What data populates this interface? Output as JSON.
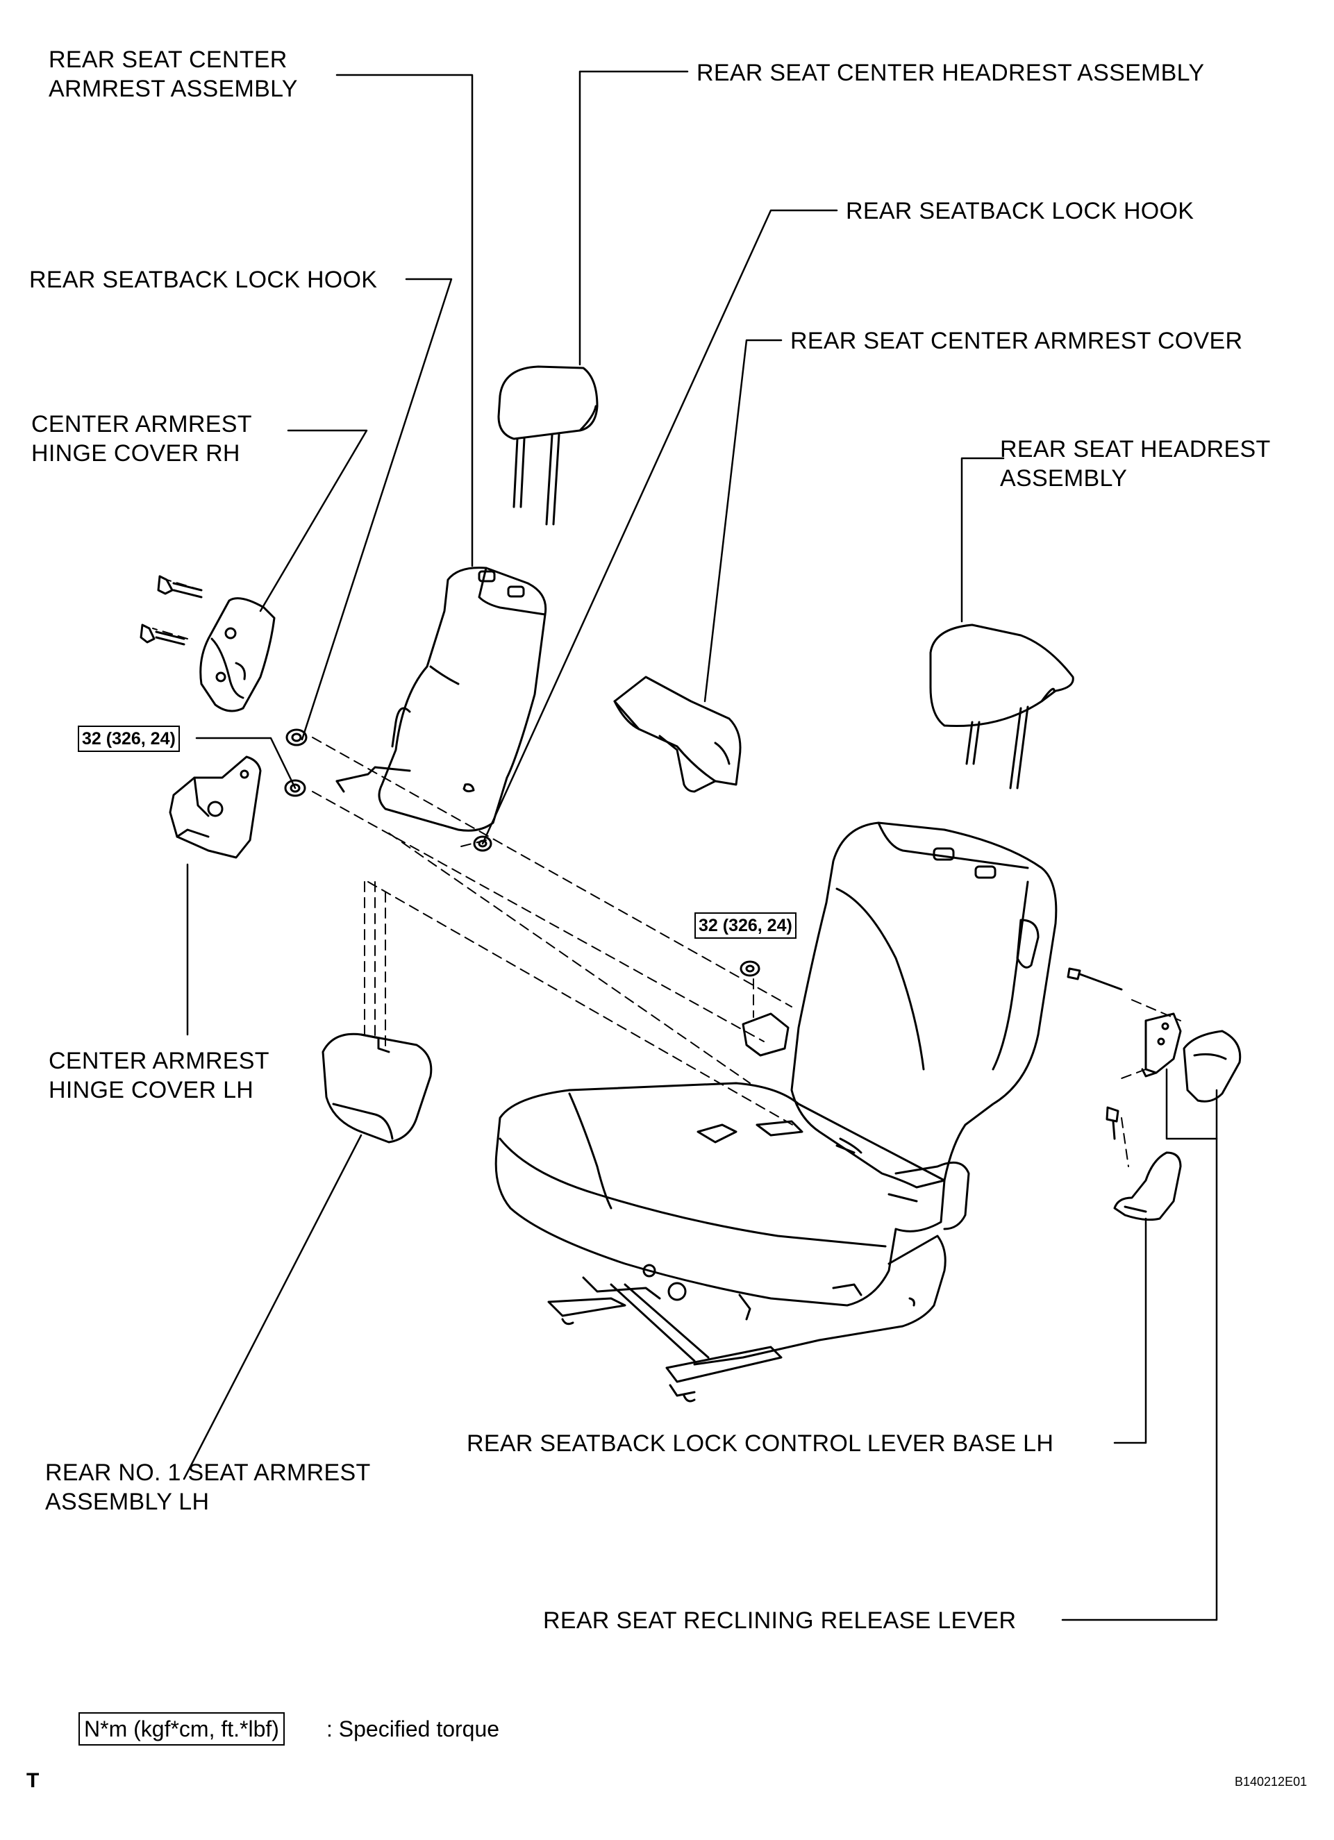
{
  "labels": {
    "center_armrest_assembly": [
      "REAR SEAT CENTER",
      "ARMREST ASSEMBLY"
    ],
    "center_headrest_assembly": "REAR SEAT CENTER HEADREST ASSEMBLY",
    "seatback_lock_hook_right": "REAR SEATBACK LOCK HOOK",
    "seatback_lock_hook_left": "REAR SEATBACK LOCK HOOK",
    "center_armrest_cover": "REAR SEAT CENTER ARMREST COVER",
    "hinge_cover_rh": [
      "CENTER ARMREST",
      "HINGE COVER RH"
    ],
    "headrest_assembly": [
      "REAR SEAT HEADREST",
      "ASSEMBLY"
    ],
    "hinge_cover_lh": [
      "CENTER ARMREST",
      "HINGE COVER LH"
    ],
    "armrest_assembly_lh": [
      "REAR NO. 1 SEAT ARMREST",
      "ASSEMBLY LH"
    ],
    "lock_control_lever_base_lh": "REAR SEATBACK LOCK CONTROL LEVER BASE LH",
    "reclining_release_lever": "REAR SEAT RECLINING RELEASE LEVER"
  },
  "torque_left": "32 (326, 24)",
  "torque_center": "32 (326, 24)",
  "legend": {
    "box": "N*m (kgf*cm, ft.*lbf)",
    "text": ": Specified torque"
  },
  "corner_mark": "T",
  "figure_code": "B140212E01"
}
